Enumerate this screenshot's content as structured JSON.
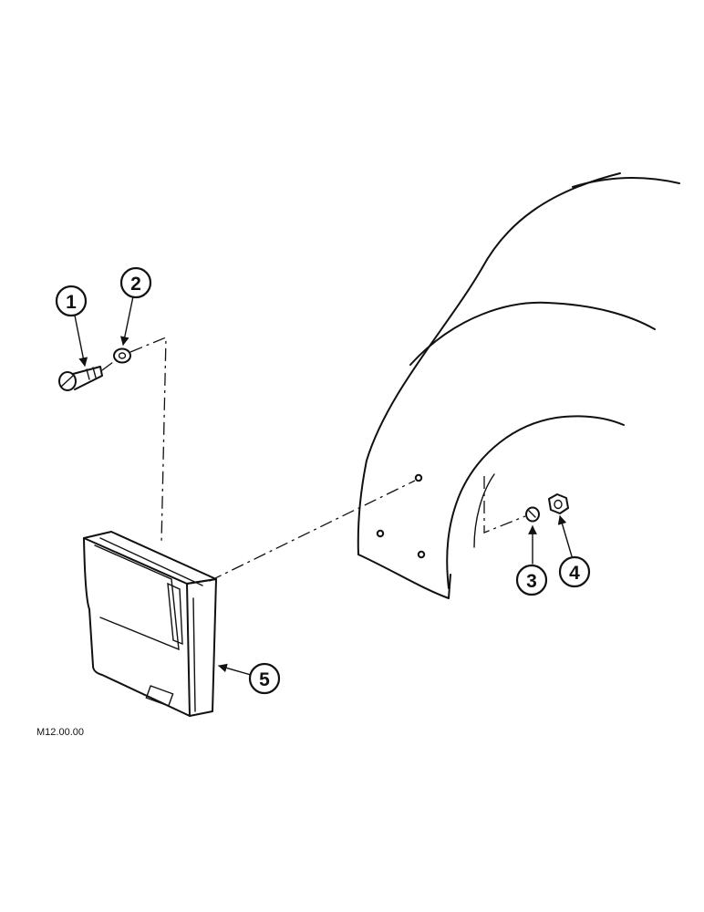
{
  "figure": {
    "reference_code": "M12.00.00"
  },
  "callouts": [
    {
      "id": "1",
      "label": "1"
    },
    {
      "id": "2",
      "label": "2"
    },
    {
      "id": "3",
      "label": "3"
    },
    {
      "id": "4",
      "label": "4"
    },
    {
      "id": "5",
      "label": "5"
    }
  ],
  "colors": {
    "ink": "#111111",
    "background": "#ffffff"
  }
}
